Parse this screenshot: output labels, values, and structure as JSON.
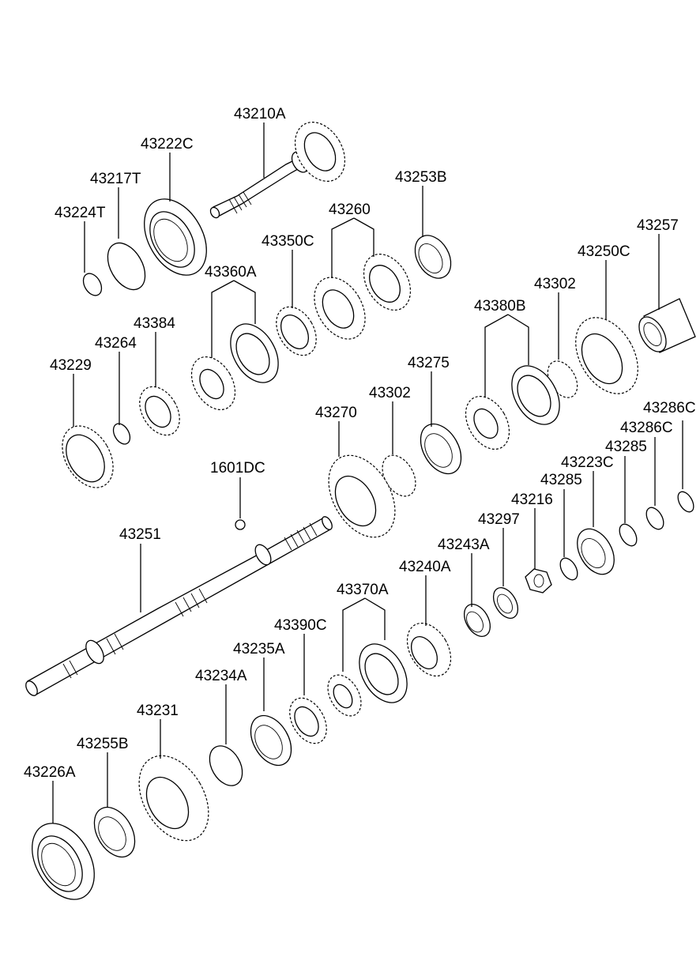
{
  "parts": [
    {
      "id": "43210A",
      "label": "43210A"
    },
    {
      "id": "43222C",
      "label": "43222C"
    },
    {
      "id": "43217T",
      "label": "43217T"
    },
    {
      "id": "43224T",
      "label": "43224T"
    },
    {
      "id": "43253B",
      "label": "43253B"
    },
    {
      "id": "43260",
      "label": "43260"
    },
    {
      "id": "43350C",
      "label": "43350C"
    },
    {
      "id": "43360A",
      "label": "43360A"
    },
    {
      "id": "43257",
      "label": "43257"
    },
    {
      "id": "43250C",
      "label": "43250C"
    },
    {
      "id": "43302-a",
      "label": "43302"
    },
    {
      "id": "43380B",
      "label": "43380B"
    },
    {
      "id": "43384",
      "label": "43384"
    },
    {
      "id": "43264",
      "label": "43264"
    },
    {
      "id": "43229",
      "label": "43229"
    },
    {
      "id": "43275",
      "label": "43275"
    },
    {
      "id": "43302-b",
      "label": "43302"
    },
    {
      "id": "43270",
      "label": "43270"
    },
    {
      "id": "43286C-a",
      "label": "43286C"
    },
    {
      "id": "43286C-b",
      "label": "43286C"
    },
    {
      "id": "43285-a",
      "label": "43285"
    },
    {
      "id": "43223C",
      "label": "43223C"
    },
    {
      "id": "43285-b",
      "label": "43285"
    },
    {
      "id": "43216",
      "label": "43216"
    },
    {
      "id": "43297",
      "label": "43297"
    },
    {
      "id": "43243A",
      "label": "43243A"
    },
    {
      "id": "43240A",
      "label": "43240A"
    },
    {
      "id": "43370A",
      "label": "43370A"
    },
    {
      "id": "1601DC",
      "label": "1601DC"
    },
    {
      "id": "43251",
      "label": "43251"
    },
    {
      "id": "43390C",
      "label": "43390C"
    },
    {
      "id": "43235A",
      "label": "43235A"
    },
    {
      "id": "43234A",
      "label": "43234A"
    },
    {
      "id": "43231",
      "label": "43231"
    },
    {
      "id": "43255B",
      "label": "43255B"
    },
    {
      "id": "43226A",
      "label": "43226A"
    }
  ]
}
